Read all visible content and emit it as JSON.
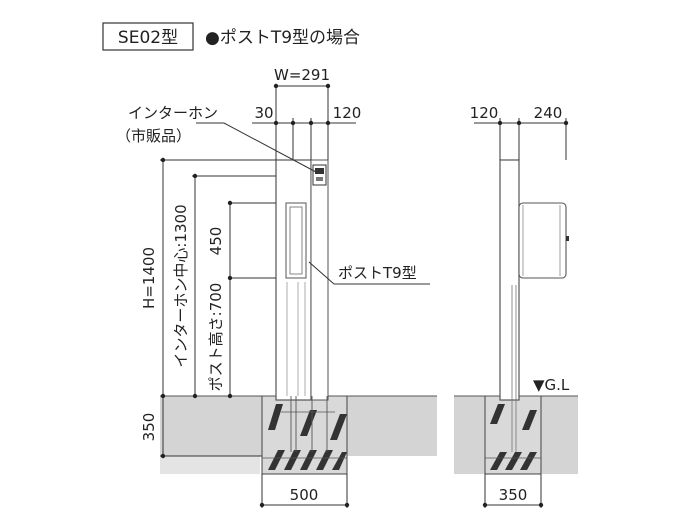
{
  "header": {
    "model_label": "SE02型",
    "variant_label": "●ポストT9型の場合"
  },
  "front_view": {
    "width_label": "W=291",
    "left_offset_label": "30",
    "right_offset_label": "120",
    "intercom_label": "インターホン",
    "intercom_note": "（市販品）",
    "height_label": "H=1400",
    "intercom_center_label": "インターホン中心:1300",
    "post_height_label": "ポスト高さ:700",
    "opening_label": "450",
    "mailbox_label": "ポストT9型",
    "depth_label": "350",
    "foundation_width_label": "500"
  },
  "side_view": {
    "left_dim_label": "120",
    "right_dim_label": "240",
    "ground_label": "▼G.L",
    "foundation_width_label": "350"
  }
}
